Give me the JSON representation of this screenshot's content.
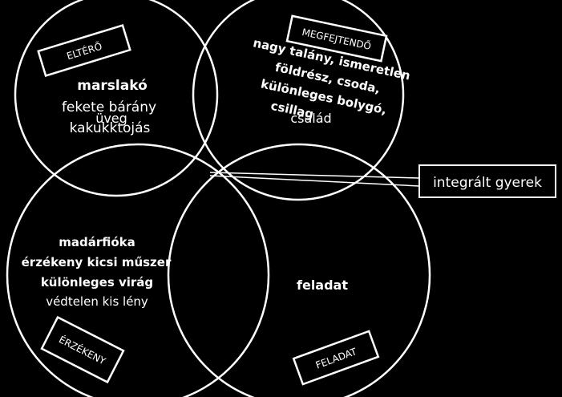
{
  "tags": {
    "top_left": "ELTÉRŐ",
    "top_right": "MEGFEJTENDŐ",
    "bottom_left": "ÉRZÉKENY",
    "bottom_right": "FELADAT"
  },
  "callout": "integrált gyerek",
  "top_left_words": {
    "bold": "marslakó",
    "line1": "fekete bárány",
    "line2": "üveg",
    "line3": "kakukktojás"
  },
  "top_right_words": {
    "line1": "nagy talány, ismeretlen",
    "line2": "földrész, csoda,",
    "line3": "különleges bolygó,",
    "line4": "csillag",
    "overlap": "család"
  },
  "bottom_left_words": {
    "line1": "madárfióka",
    "line2": "érzékeny kicsi műszer",
    "line3": "különleges virág",
    "line4": "védtelen kis lény"
  },
  "bottom_right_words": {
    "bold": "feladat"
  },
  "colors": {
    "background": "#000000",
    "stroke": "#ffffff",
    "text": "#ffffff"
  }
}
